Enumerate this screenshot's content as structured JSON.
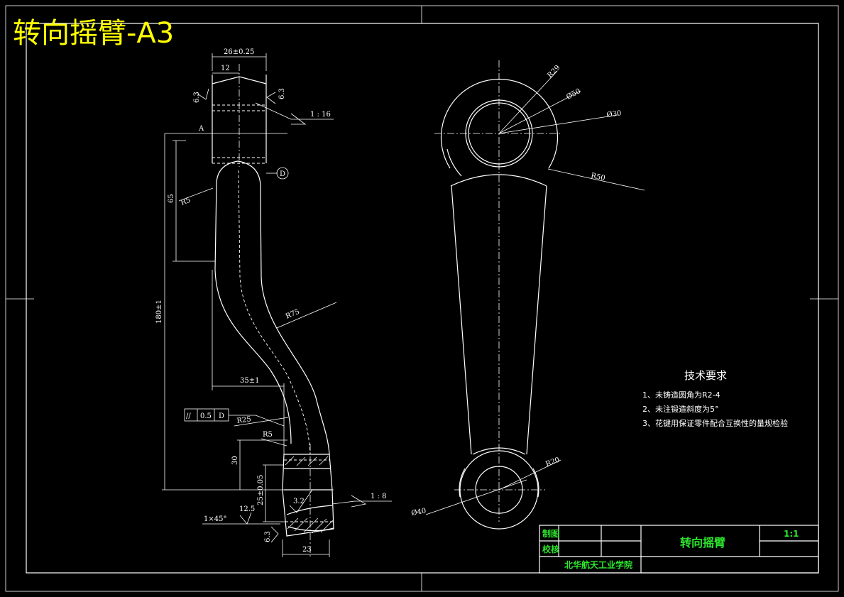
{
  "sheet_title": "转向摇臂-A3",
  "colors": {
    "background": "#000000",
    "line": "#ffffff",
    "title": "#ffff00",
    "titleblock_text": "#2ee82e"
  },
  "side_view": {
    "dims": {
      "top_width": "26±0.25",
      "inner_width": "12",
      "rough_left": "6.3",
      "rough_right": "6.3",
      "taper_top": "1 : 16",
      "section_mark": "A",
      "datum_label": "D",
      "height_65": "65",
      "radius_15": "R5",
      "total_height": "180±1",
      "radius_75": "R75",
      "offset_35": "35±1",
      "tol_symbol": "//",
      "tol_value": "0.5",
      "tol_datum": "D",
      "radius_25": "R25",
      "radius_5": "R5",
      "height_30": "30",
      "height_25": "25±0.05",
      "rough_32": "3.2",
      "taper_bottom": "1 : 8",
      "chamfer": "1×45°",
      "rough_125": "12.5",
      "rough_bottom": "6.3",
      "width_23": "23"
    }
  },
  "front_view": {
    "dims": {
      "r29": "R29",
      "phi50": "Ø50",
      "phi30": "Ø30",
      "r50": "R50",
      "r20": "R20",
      "phi40": "Ø40"
    }
  },
  "tech_requirements": {
    "heading": "技术要求",
    "items": [
      "1、未铸造圆角为R2-4",
      "2、未注锻造斜度为5°",
      "3、花键用保证零件配合互换性的量规检验"
    ]
  },
  "title_block": {
    "drawn_label": "制图",
    "checked_label": "校核",
    "part_name": "转向摇臂",
    "scale": "1:1",
    "school": "北华航天工业学院"
  }
}
